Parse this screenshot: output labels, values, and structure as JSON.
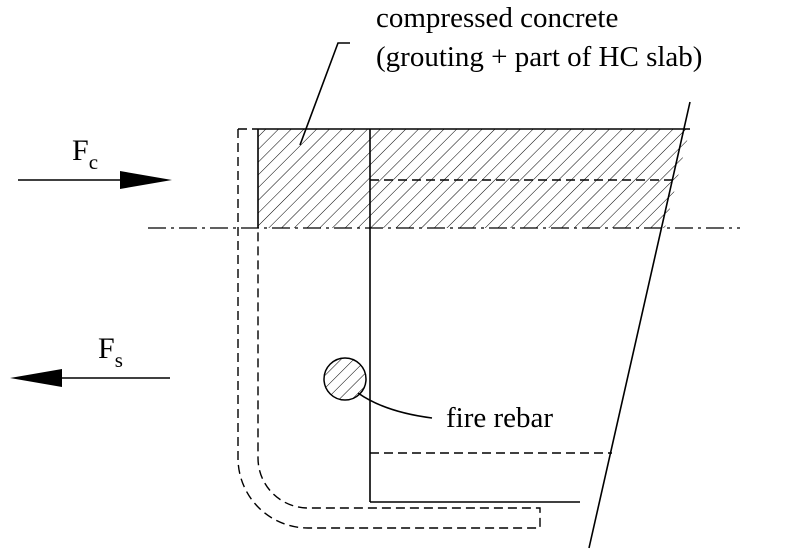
{
  "labels": {
    "compressed_line1": "compressed concrete",
    "compressed_line2": "(grouting + part of HC slab)",
    "fire_rebar": "fire rebar"
  },
  "forces": {
    "compression": {
      "symbol": "F",
      "subscript": "c",
      "direction": "right"
    },
    "tension": {
      "symbol": "F",
      "subscript": "s",
      "direction": "left"
    }
  },
  "colors": {
    "ink": "#000000",
    "background": "#ffffff"
  }
}
